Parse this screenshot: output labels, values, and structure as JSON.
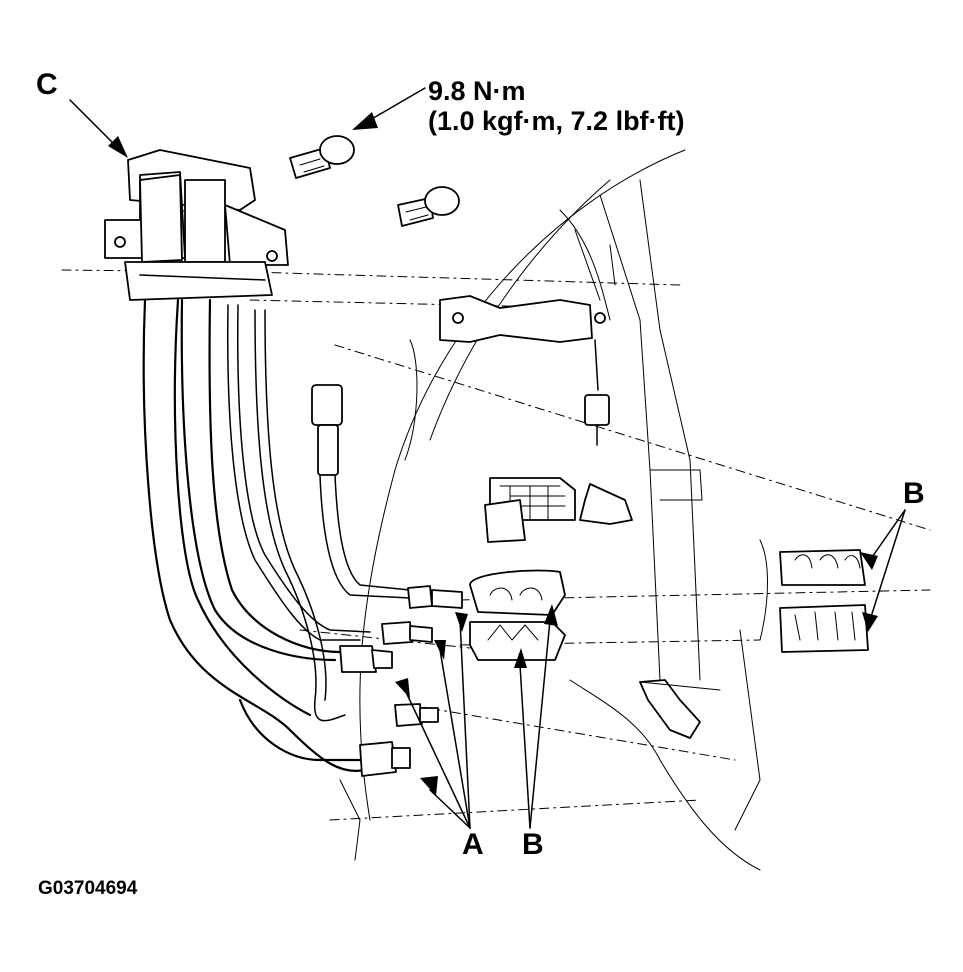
{
  "labels": {
    "c": "C",
    "a": "A",
    "b_bottom": "B",
    "b_right": "B"
  },
  "torque": {
    "line1": "9.8 N·m",
    "line2": "(1.0 kgf·m, 7.2 lbf·ft)"
  },
  "figure_code": "G03704694"
}
